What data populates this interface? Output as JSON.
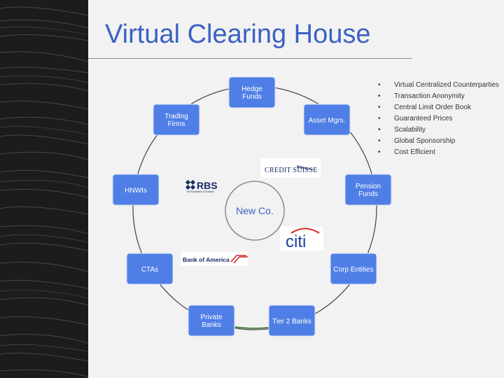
{
  "title": "Virtual Clearing House",
  "center_label": "New Co.",
  "nodes": [
    {
      "line1": "Hedge",
      "line2": "Funds"
    },
    {
      "line1": "Asset Mgrs.",
      "line2": ""
    },
    {
      "line1": "Pension",
      "line2": "Funds"
    },
    {
      "line1": "Corp Entities",
      "line2": ""
    },
    {
      "line1": "Tier 2 Banks",
      "line2": ""
    },
    {
      "line1": "Private",
      "line2": "Banks"
    },
    {
      "line1": "CTAs",
      "line2": ""
    },
    {
      "line1": "HNWIs",
      "line2": ""
    },
    {
      "line1": "Trading",
      "line2": "Firms"
    }
  ],
  "logos": {
    "rbs": {
      "name": "RBS",
      "tagline": "The Royal Bank of Scotland"
    },
    "credit_suisse": "CREDIT SUISSE",
    "citi": "citi",
    "bank_of_america": "Bank of America"
  },
  "bullets": [
    "Virtual Centralized Counterparties",
    "Transaction Anonymity",
    "Central Limit Order Book",
    "Guaranteed Prices",
    "Scalability",
    "Global Sponsorship",
    "Cost Efficient"
  ],
  "colors": {
    "accent": "#3b62c4",
    "node_fill": "#4f7fe6",
    "ring": "#404040",
    "ring_highlight": "#2e6b1f",
    "citi_red": "#e0281e",
    "citi_blue": "#1b3f9c",
    "boa_red": "#d2232a"
  }
}
